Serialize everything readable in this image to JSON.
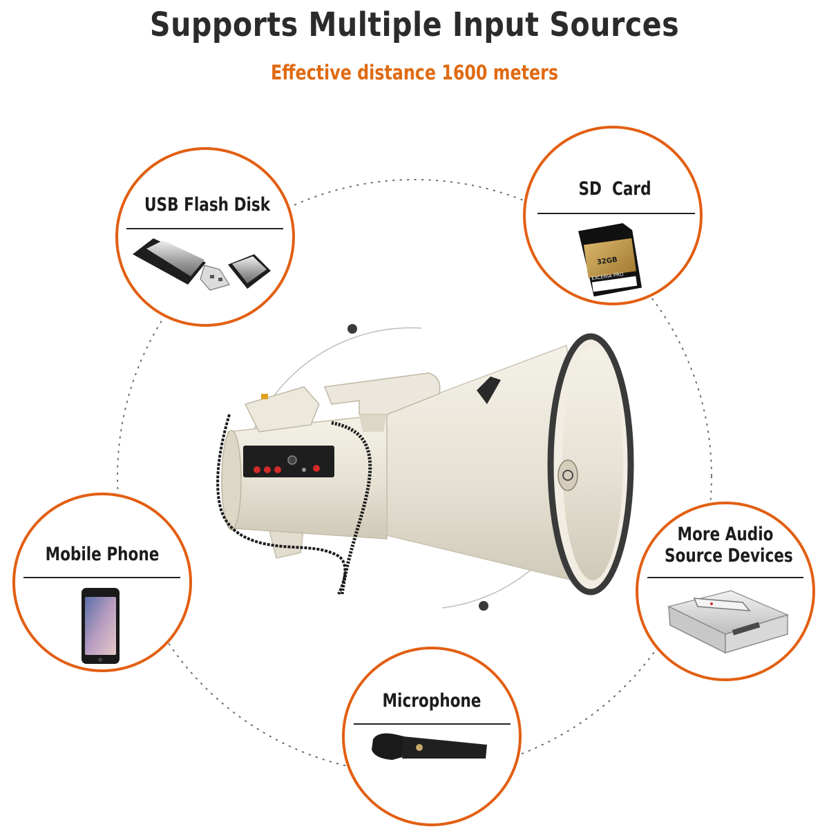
{
  "header": {
    "title": "Supports Multiple Input Sources",
    "subtitle": "Effective distance 1600 meters"
  },
  "colors": {
    "accent": "#e06a12",
    "title": "#2b2b2b",
    "circle_border": "#e25f12",
    "divider": "#222222",
    "device_body": "#ece8dc"
  },
  "sources": {
    "usb": {
      "label": "USB Flash Disk",
      "icon": "usb-flash-drive-icon"
    },
    "sd": {
      "label": "SD  Card",
      "icon": "sd-card-icon",
      "card_text": {
        "capacity": "32GB",
        "brand": "EXCERIA PRO"
      }
    },
    "phone": {
      "label": "Mobile Phone",
      "icon": "smartphone-icon"
    },
    "audio": {
      "label_line1": "More Audio",
      "label_line2": "Source Devices",
      "icon": "dvd-player-remote-icon"
    },
    "mic": {
      "label": "Microphone",
      "icon": "handheld-microphone-icon"
    }
  },
  "center": {
    "icon": "megaphone-icon"
  }
}
